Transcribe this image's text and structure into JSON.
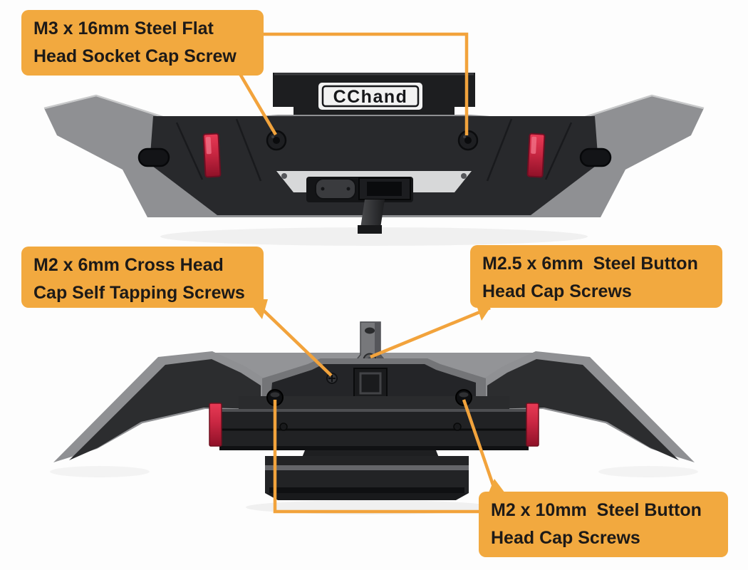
{
  "brand": {
    "logo_text": "CChand"
  },
  "labels": {
    "m3_screw": {
      "line1": "M3 x 16mm Steel Flat",
      "line2": "Head Socket Cap Screw"
    },
    "m2_tapping": {
      "line1": "M2 x 6mm Cross Head",
      "line2": "Cap Self Tapping Screws"
    },
    "m25_button": {
      "line1": "M2.5 x 6mm  Steel Button",
      "line2": "Head Cap Screws"
    },
    "m2_button": {
      "line1": "M2 x 10mm  Steel Button",
      "line2": "Head Cap Screws"
    }
  },
  "colors": {
    "label_bg": "#F2A93F",
    "label_text": "#1d1a18",
    "leader_line": "#F2A33C",
    "reflector_red": "#C92742",
    "bumper_dark": "#28292c",
    "bumper_gray": "#8f9093",
    "skid_silver": "#d7d8d9",
    "logo_plate": "#f2f2f2"
  }
}
